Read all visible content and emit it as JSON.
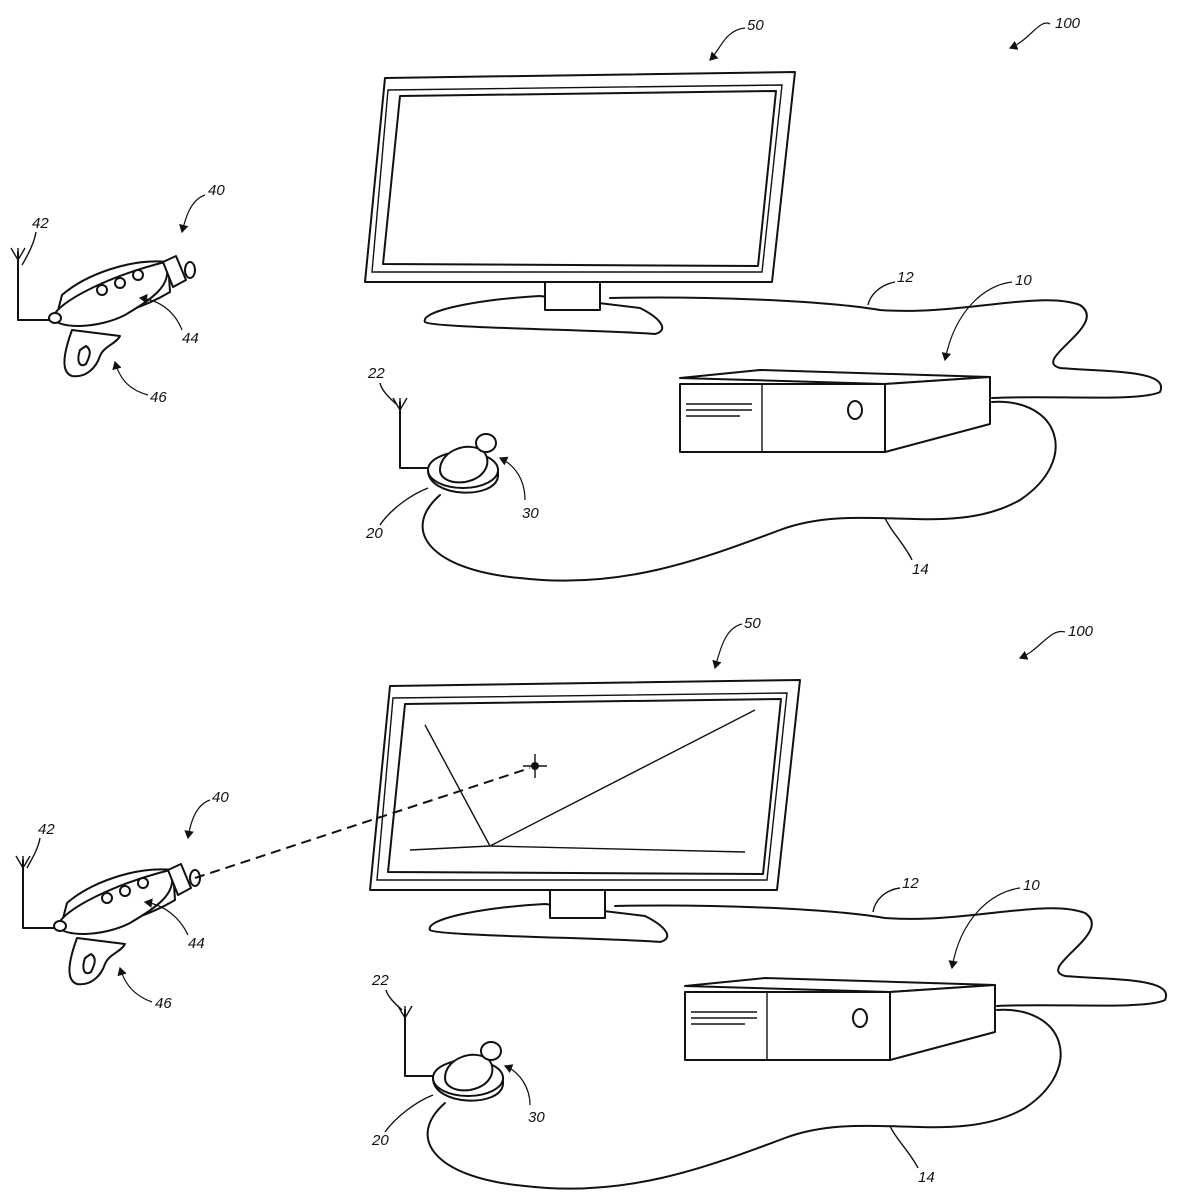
{
  "figures": [
    {
      "name": "figure-top",
      "labels": {
        "system": "100",
        "display": "50",
        "gun": "40",
        "gun_antenna": "42",
        "gun_body": "44",
        "gun_grip": "46",
        "cable_display": "12",
        "console": "10",
        "sensor_antenna": "22",
        "sensor_lens": "30",
        "sensor": "20",
        "cable_sensor": "14"
      }
    },
    {
      "name": "figure-bottom",
      "labels": {
        "system": "100",
        "display": "50",
        "gun": "40",
        "gun_antenna": "42",
        "gun_body": "44",
        "gun_grip": "46",
        "cable_display": "12",
        "console": "10",
        "sensor_antenna": "22",
        "sensor_lens": "30",
        "sensor": "20",
        "cable_sensor": "14"
      }
    }
  ]
}
